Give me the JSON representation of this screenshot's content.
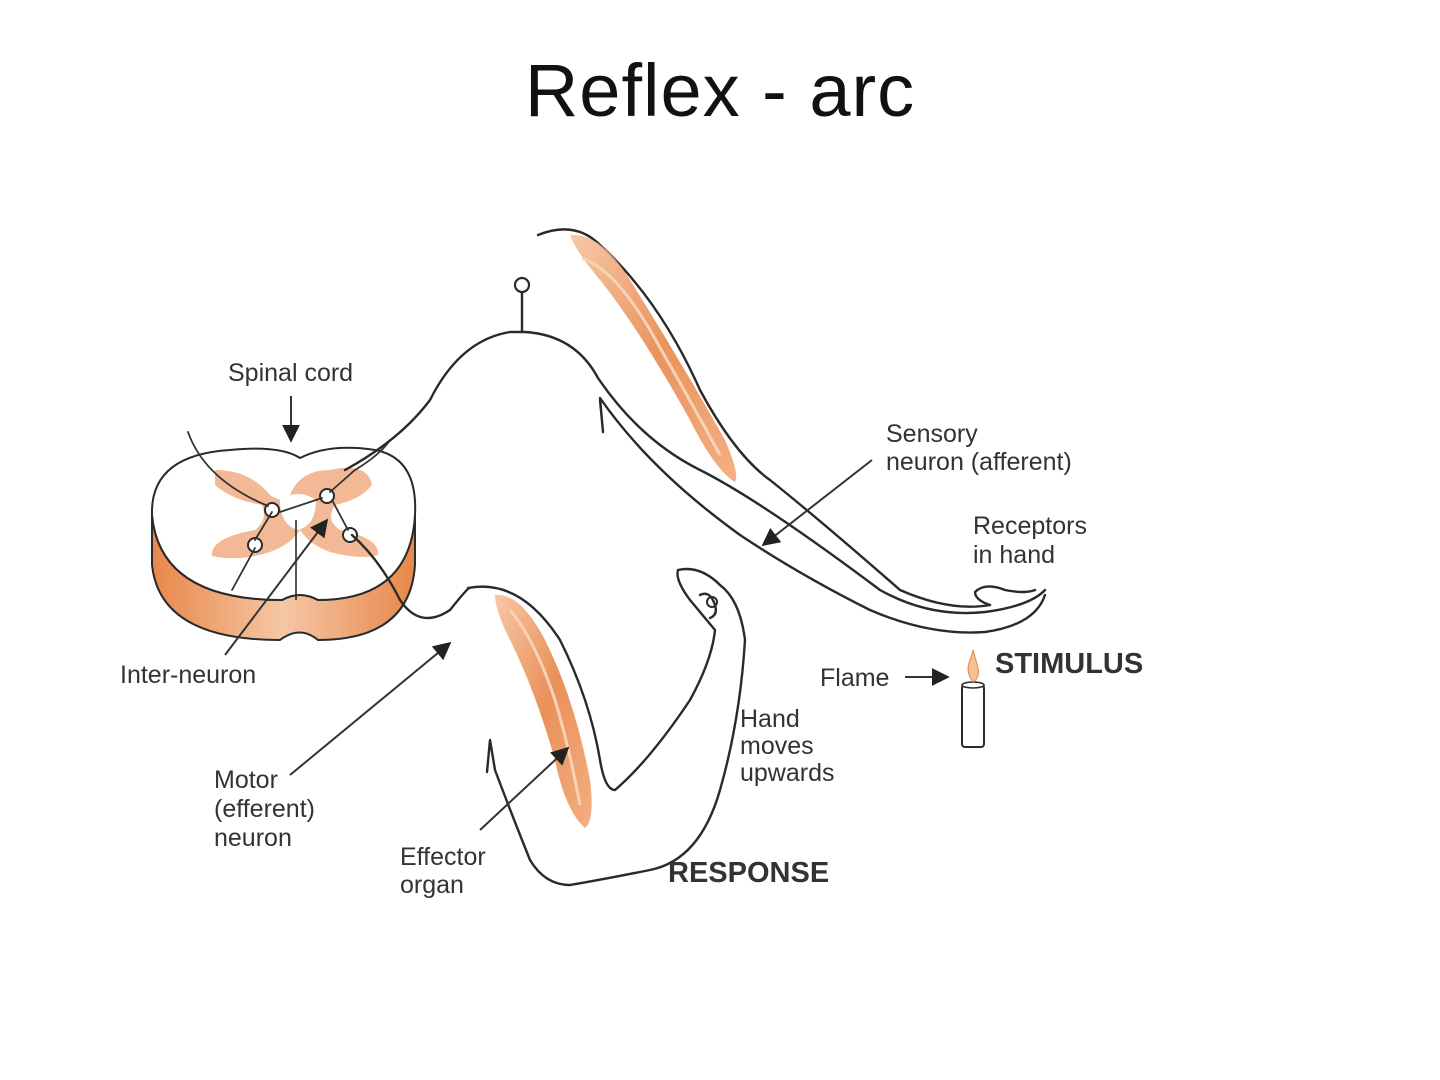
{
  "title": "Reflex - arc",
  "labels": {
    "spinal_cord": "Spinal cord",
    "inter_neuron": "Inter-neuron",
    "motor_neuron": [
      "Motor",
      "(efferent)",
      "neuron"
    ],
    "effector_organ": [
      "Effector",
      "organ"
    ],
    "response": "RESPONSE",
    "hand_moves": [
      "Hand",
      "moves",
      "upwards"
    ],
    "flame": "Flame",
    "stimulus": "STIMULUS",
    "sensory_neuron": [
      "Sensory",
      "neuron (afferent)"
    ],
    "receptors": [
      "Receptors",
      "in hand"
    ]
  },
  "colors": {
    "muscle": "#e8874a",
    "muscle_light": "#f4b88f",
    "outline": "#2a2a2a",
    "label_text": "#333333"
  }
}
